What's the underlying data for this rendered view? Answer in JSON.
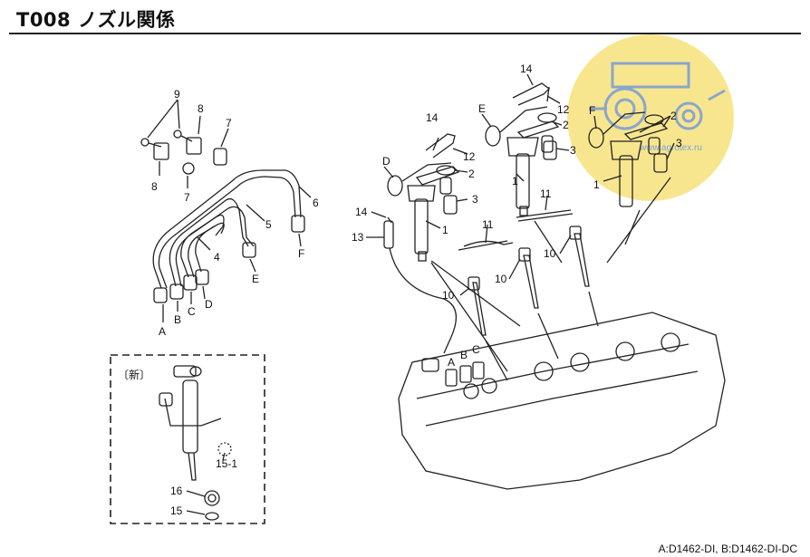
{
  "header": {
    "title": "T008 ノズル関係"
  },
  "footer": {
    "note": "A:D1462-DI, B:D1462-DI-DC"
  },
  "inset": {
    "label": "〔新〕"
  },
  "callouts": {
    "c9": "9",
    "c8a": "8",
    "c8b": "8",
    "c7a": "7",
    "c7b": "7",
    "c6": "6",
    "c5": "5",
    "c4": "4",
    "cA": "A",
    "cB": "B",
    "cC": "C",
    "cD": "D",
    "cE": "E",
    "cF": "F",
    "c14a": "14",
    "c14b": "14",
    "c14c": "14",
    "c13": "13",
    "c12a": "12",
    "c12b": "12",
    "cD2": "D",
    "cE2": "E",
    "cF2": "F",
    "c2a": "2",
    "c2b": "2",
    "c2c": "2",
    "c3a": "3",
    "c3b": "3",
    "c3c": "3",
    "c1a": "1",
    "c1b": "1",
    "c1c": "1",
    "c11a": "11",
    "c11b": "11",
    "c10a": "10",
    "c10b": "10",
    "c10c": "10",
    "cA2": "A",
    "cB2": "B",
    "cC2": "C",
    "c151": "15-1",
    "c16": "16",
    "c15": "15"
  },
  "watermark": {
    "text": "www.agrotex.ru",
    "color": "#f6e27a"
  },
  "colors": {
    "line": "#222222",
    "background": "#ffffff"
  }
}
